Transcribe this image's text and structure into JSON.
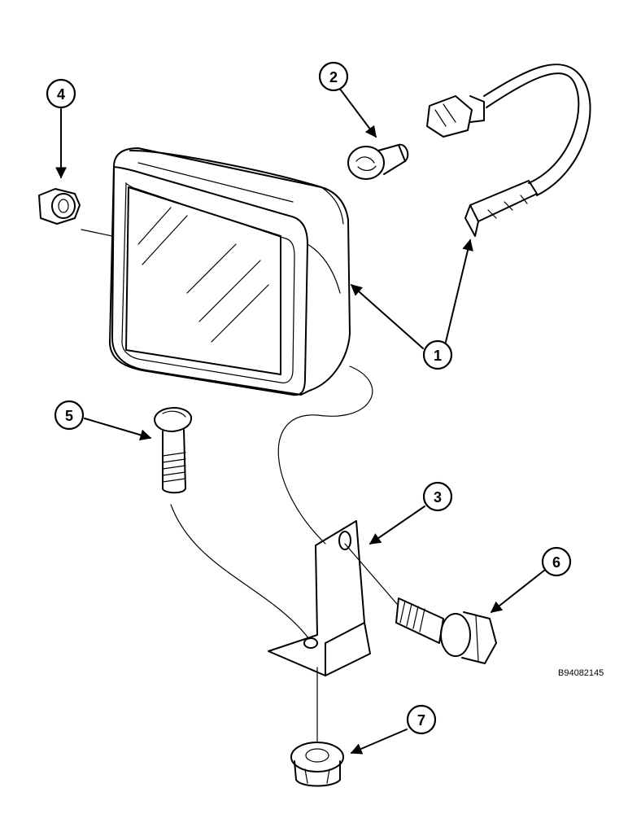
{
  "callouts": [
    {
      "num": "1",
      "part": "work lamp assembly"
    },
    {
      "num": "2",
      "part": "bulb"
    },
    {
      "num": "3",
      "part": "mounting bracket"
    },
    {
      "num": "4",
      "part": "nut"
    },
    {
      "num": "5",
      "part": "bolt"
    },
    {
      "num": "6",
      "part": "flange bolt"
    },
    {
      "num": "7",
      "part": "flange nut"
    }
  ],
  "figure_ref": "B94082145",
  "colors": {
    "ink": "#000000",
    "paper": "#ffffff"
  }
}
